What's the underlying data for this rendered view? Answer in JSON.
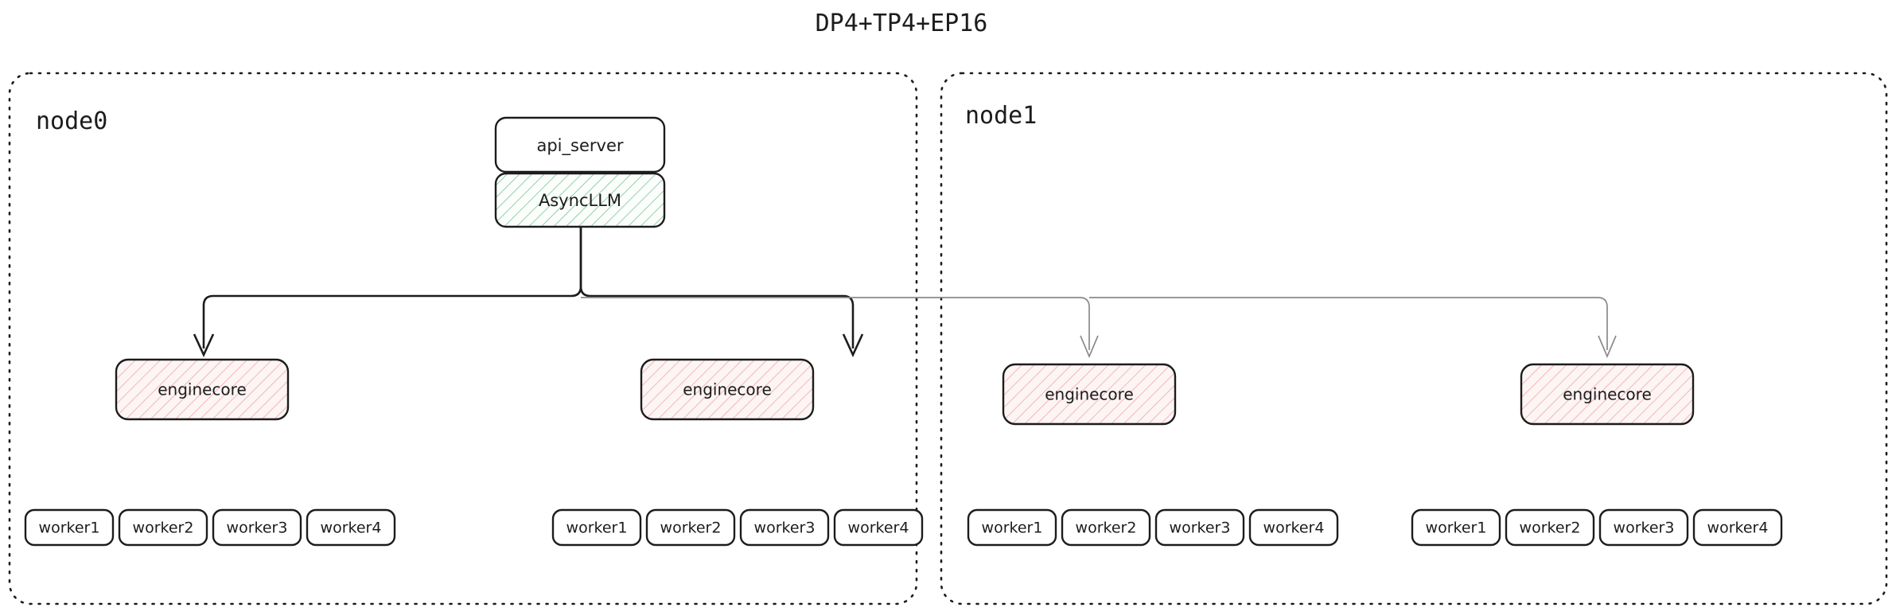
{
  "diagram": {
    "title": "DP4+TP4+EP16",
    "type": "architecture-tree",
    "colors": {
      "background": "#ffffff",
      "stroke": "#1c1c1c",
      "weak_stroke": "#8a8a8a",
      "green_hatch": "#79c68c",
      "green_fill": "#f2fbf4",
      "pink_hatch": "#f0a9a9",
      "pink_fill": "#fdf3f3"
    },
    "nodes": [
      {
        "id": "node0",
        "label": "node0",
        "has_api_server": true,
        "api_server_label": "api_server",
        "async_llm_label": "AsyncLLM",
        "engines": [
          {
            "label": "enginecore",
            "workers": [
              "worker1",
              "worker2",
              "worker3",
              "worker4"
            ]
          },
          {
            "label": "enginecore",
            "workers": [
              "worker1",
              "worker2",
              "worker3",
              "worker4"
            ]
          }
        ]
      },
      {
        "id": "node1",
        "label": "node1",
        "has_api_server": false,
        "engines": [
          {
            "label": "enginecore",
            "workers": [
              "worker1",
              "worker2",
              "worker3",
              "worker4"
            ]
          },
          {
            "label": "enginecore",
            "workers": [
              "worker1",
              "worker2",
              "worker3",
              "worker4"
            ]
          }
        ]
      }
    ]
  }
}
